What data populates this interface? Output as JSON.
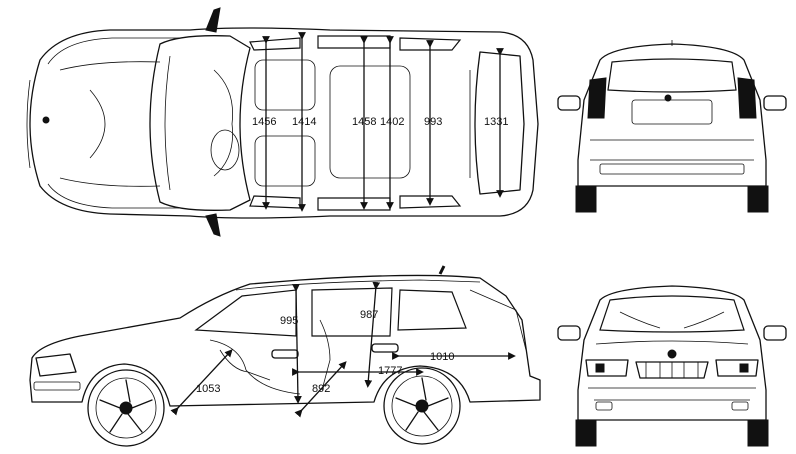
{
  "top_view": {
    "dims": [
      "1456",
      "1414",
      "1458",
      "1402",
      "993",
      "1331"
    ]
  },
  "side_view": {
    "dims": [
      "995",
      "987",
      "1010",
      "1777",
      "1053",
      "892"
    ]
  }
}
